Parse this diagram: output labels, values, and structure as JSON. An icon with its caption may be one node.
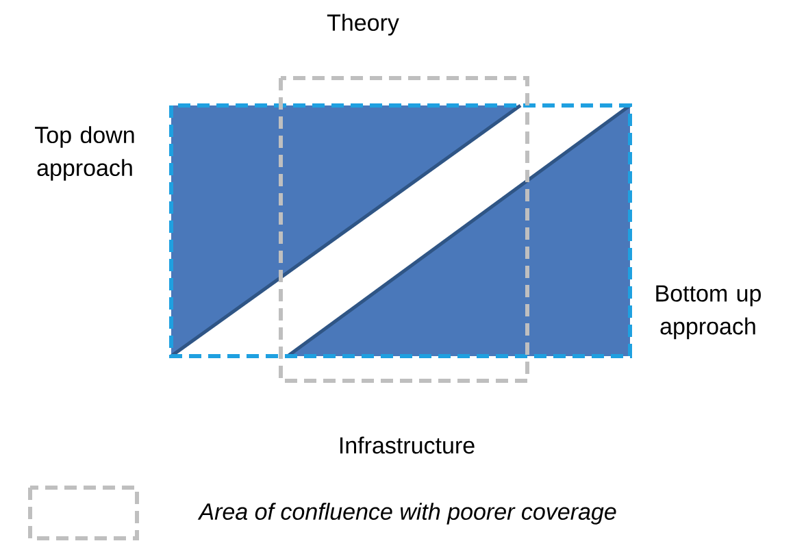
{
  "diagram": {
    "labels": [
      "Theory",
      "Top down approach",
      "Bottom up approach",
      "Infrastructure"
    ],
    "legend": [
      {
        "text": "Area of confluence with poorer coverage"
      }
    ]
  }
}
